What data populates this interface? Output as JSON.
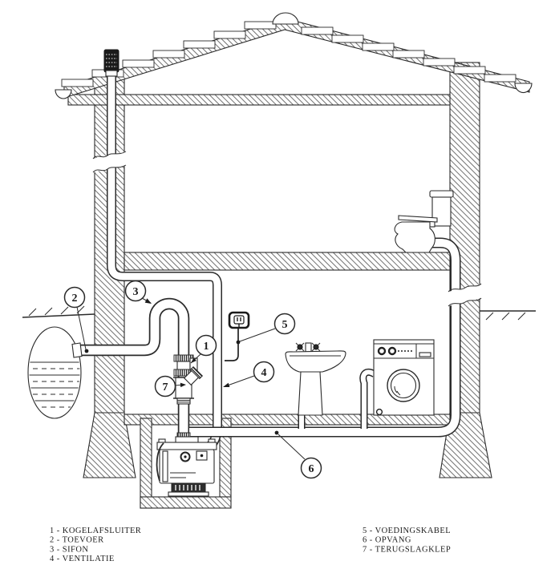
{
  "callouts": [
    {
      "number": "1",
      "label": "KOGELAFSLUITER"
    },
    {
      "number": "2",
      "label": "TOEVOER"
    },
    {
      "number": "3",
      "label": "SIFON"
    },
    {
      "number": "4",
      "label": "VENTILATIE"
    },
    {
      "number": "5",
      "label": "VOEDINGSKABEL"
    },
    {
      "number": "6",
      "label": "OPVANG"
    },
    {
      "number": "7",
      "label": "TERUGSLAGKLEP"
    }
  ],
  "legend": {
    "left": [
      {
        "text": "1 - KOGELAFSLUITER"
      },
      {
        "text": "2 - TOEVOER"
      },
      {
        "text": "3 - SIFON"
      },
      {
        "text": "4 - VENTILATIE"
      }
    ],
    "right": [
      {
        "text": "5 - VOEDINGSKABEL"
      },
      {
        "text": "6 - OPVANG"
      },
      {
        "text": "7 - TERUGSLAGKLEP"
      }
    ]
  },
  "colors": {
    "line": "#2b2b2b",
    "background": "#ffffff",
    "vent_cap": "#1a1a1a",
    "pump_strainer": "#2e2e2e"
  }
}
